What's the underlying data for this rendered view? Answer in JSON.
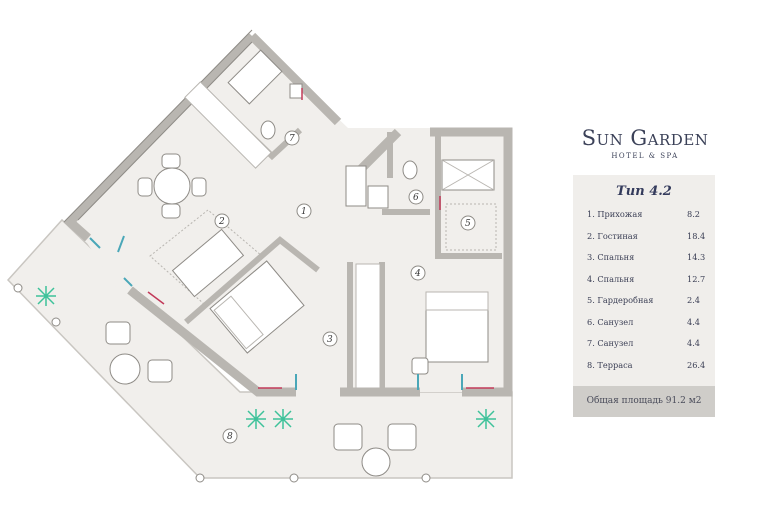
{
  "brand": {
    "name": "Sun Garden",
    "subtitle": "HOTEL & SPA"
  },
  "panel": {
    "title": "Тип 4.2",
    "rooms": [
      {
        "label": "1. Прихожая",
        "area": "8.2"
      },
      {
        "label": "2. Гостиная",
        "area": "18.4"
      },
      {
        "label": "3. Спальня",
        "area": "14.3"
      },
      {
        "label": "4. Спальня",
        "area": "12.7"
      },
      {
        "label": "5. Гардеробная",
        "area": "2.4"
      },
      {
        "label": "6. Санузел",
        "area": "4.4"
      },
      {
        "label": "7. Санузел",
        "area": "4.4"
      },
      {
        "label": "8. Терраса",
        "area": "26.4"
      }
    ],
    "total": "Общая площадь 91.2 м2"
  },
  "plan": {
    "room_numbers": [
      "1",
      "2",
      "3",
      "4",
      "5",
      "6",
      "7",
      "8"
    ],
    "colors": {
      "wall": "#b9b6b1",
      "wall_edge": "#8e8b86",
      "floor": "#f1efec",
      "plant": "#3ec29a",
      "window": "#4aa7b8",
      "radiator": "#c23a59"
    }
  }
}
